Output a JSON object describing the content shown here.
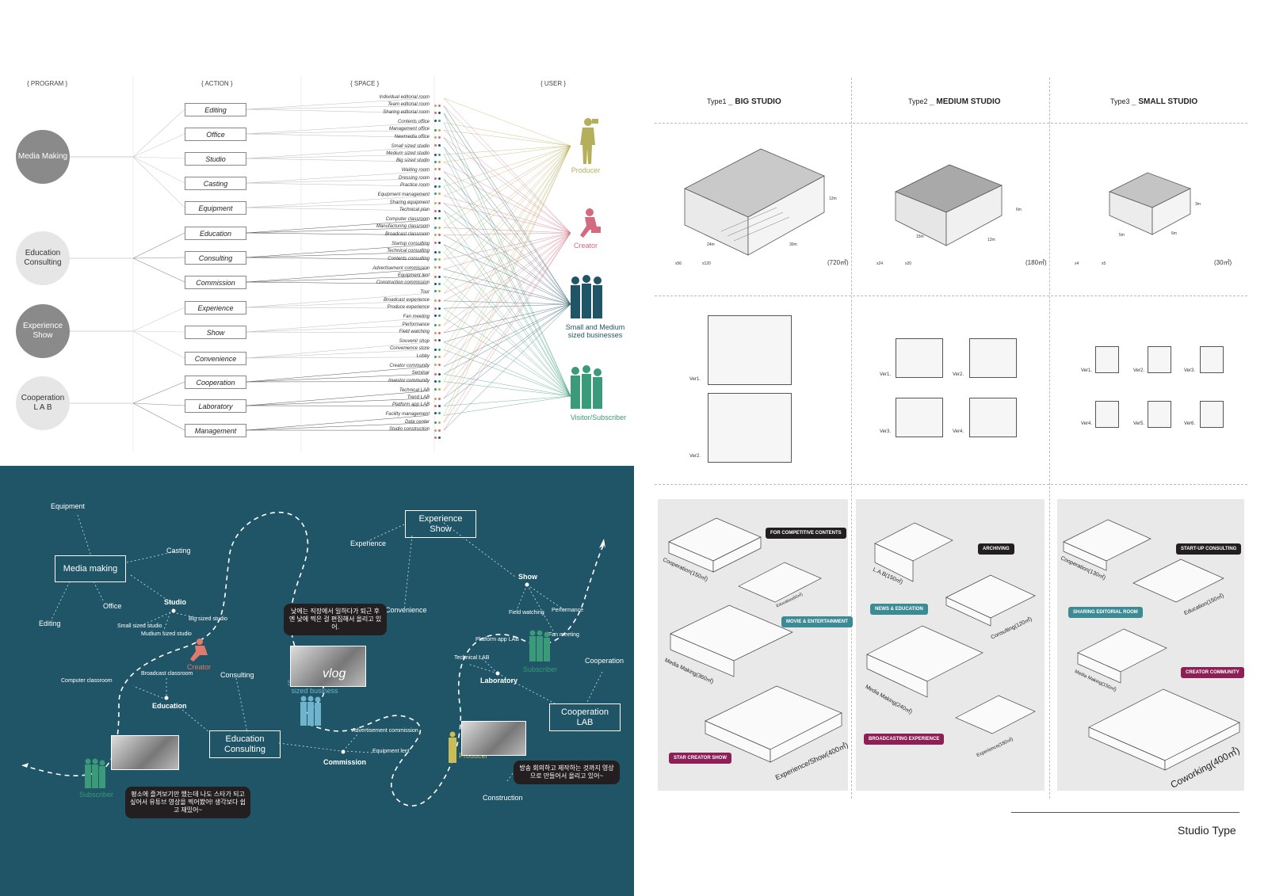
{
  "program": {
    "headers": {
      "program": "{ PROGRAM }",
      "action": "{ ACTION }",
      "space": "{ SPACE }",
      "user": "{ USER }"
    },
    "programs": [
      {
        "label": "Media Making"
      },
      {
        "label": "Education Consulting"
      },
      {
        "label": "Experience Show"
      },
      {
        "label": "Cooperation L A B"
      }
    ],
    "actions": [
      "Editing",
      "Office",
      "Studio",
      "Casting",
      "Equipment",
      "Education",
      "Consulting",
      "Commission",
      "Experience",
      "Show",
      "Convenience",
      "Cooperation",
      "Laboratory",
      "Management"
    ],
    "spaces": [
      "Individual editorial room",
      "Team editorial room",
      "Sharing editorial room",
      "Contents office",
      "Management office",
      "Newmedia office",
      "Small sized studio",
      "Medium sized studio",
      "Big sized studio",
      "Waiting  room",
      "Dressing room",
      "Practice room",
      "Equipment management",
      "Sharing equipment",
      "Technical plan",
      "Computer classroom",
      "Manufacturing classroom",
      "Broadcast classroom",
      "Startup consulting",
      "Technical consulting",
      "Contents consulting",
      "Advertisement commission",
      "Equipment lent",
      "Construction commission",
      "Tour",
      "Broadcast experience",
      "Produce experience",
      "Fan meeting",
      "Performance",
      "Field watching",
      "Souvenir shop",
      "Convenience store",
      "Lobby",
      "Creator community",
      "Seminar",
      "Investor community",
      "Technical LAB",
      "Trend LAB",
      "Platform app LAB",
      "Facility management",
      "Data center",
      "Studio construction"
    ],
    "users": [
      {
        "label": "Producer",
        "color": "#b5ae5a"
      },
      {
        "label": "Creator",
        "color": "#d46a7e"
      },
      {
        "label": "Small and Medium sized businesses",
        "color": "#1f5566"
      },
      {
        "label": "Visitor/Subscriber",
        "color": "#3a9a7a"
      }
    ]
  },
  "journey": {
    "boxes": {
      "media_making": "Media making",
      "experience_show": "Experience Show",
      "education_consulting": "Education Consulting",
      "cooperation_lab": "Cooperation LAB"
    },
    "labels": {
      "equipment": "Equipment",
      "casting": "Casting",
      "office": "Office",
      "editing": "Editing",
      "studio": "Studio",
      "big_studio": "Big sized studio",
      "small_studio": "Small sized studio",
      "medium_studio": "Mudium sized studio",
      "experience": "Experience",
      "convenience": "Convenience",
      "show": "Show",
      "field_watching": "Field watching",
      "performance": "Performance",
      "fan_meeting": "Fan meeting",
      "cooperation": "Cooperation",
      "platform_lab": "Platform app LAB",
      "technical_lab": "Technical LAB",
      "laboratory": "Laboratory",
      "computer_classroom": "Computer classroom",
      "broadcast_classroom": "Broadcast classroom",
      "education": "Education",
      "consulting": "Consulting",
      "ad_commission": "Advertisement commission",
      "equipment_lent": "Equipment lent",
      "commission": "Commission",
      "construction": "Construction"
    },
    "users": {
      "creator": "Creator",
      "smb": "Small and middle sized business",
      "producer": "Producer",
      "subscriber_right": "Subscriber",
      "subscriber_left": "Subscriber"
    },
    "bubbles": {
      "creator": "낮에는 직장에서 일하다가 퇴근 후엔 낮에 찍은 걸 편집해서 올리고 있어.",
      "subscriber": "평소에 즐겨보기만 했는데 나도 스타가 되고 싶어서 유튜브 영상을 찍어봤어! 생각보다 쉽고 재밌어~",
      "producer": "방송 회의하고 제작하는 것까지 영상으로 만들어서 올리고 있어~"
    },
    "photo_text": "vlog"
  },
  "studio": {
    "types": [
      {
        "prefix": "Type1",
        "name": "_ BIG STUDIO",
        "area": "(720㎡)",
        "dims": [
          "24m",
          "30m",
          "12m"
        ],
        "counts": [
          "x56",
          "x120"
        ]
      },
      {
        "prefix": "Type2",
        "name": "_ MEDIUM STUDIO",
        "area": "(180㎡)",
        "dims": [
          "15m",
          "12m",
          "6m"
        ],
        "counts": [
          "x24",
          "x20"
        ]
      },
      {
        "prefix": "Type3",
        "name": "_ SMALL STUDIO",
        "area": "(30㎡)",
        "dims": [
          "5m",
          "6m",
          "3m"
        ],
        "counts": [
          "x4",
          "x5"
        ]
      }
    ],
    "versions": {
      "big": [
        "Ver1.",
        "Ver2."
      ],
      "medium": [
        "Ver1.",
        "Ver2.",
        "Ver3.",
        "Ver4."
      ],
      "small": [
        "Ver1.",
        "Ver2.",
        "Ver3.",
        "Ver4.",
        "Ver5.",
        "Ver6."
      ]
    },
    "iso": {
      "big": {
        "tags": [
          "FOR COMPETITIVE CONTENTS",
          "MOVIE & ENTERTAINMENT",
          "STAR CREATOR SHOW"
        ],
        "labels": [
          "Cooperation(150㎡)",
          "Education(60㎡)",
          "Media Making(360㎡)",
          "Experience/Show(400㎡)"
        ]
      },
      "medium": {
        "tags": [
          "ARCHIVING",
          "NEWS & EDUCATION",
          "BROADCASTING EXPERIENCE"
        ],
        "labels": [
          "L.A.B(150㎡)",
          "Consulting(120㎡)",
          "Media Making(240㎡)",
          "Experience(180㎡)"
        ]
      },
      "small": {
        "tags": [
          "START-UP CONSULTING",
          "SHARING EDITORIAL ROOM",
          "CREATOR COMMUNITY"
        ],
        "labels": [
          "Cooperation(130㎡)",
          "Education(150㎡)",
          "Media Making(150㎡)",
          "Coworking(400㎡)"
        ]
      }
    },
    "title": "Studio Type"
  }
}
